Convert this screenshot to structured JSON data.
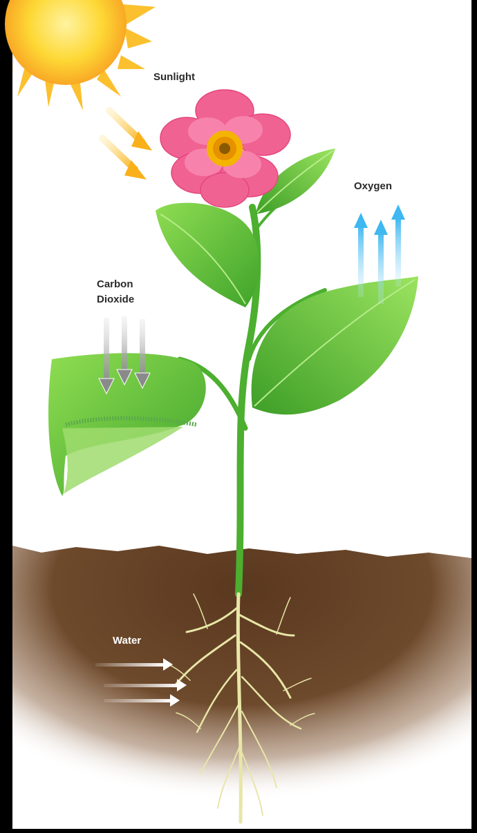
{
  "diagram": {
    "labels": {
      "sunlight": "Sunlight",
      "oxygen": "Oxygen",
      "carbon_dioxide_line1": "Carbon",
      "carbon_dioxide_line2": "Dioxide",
      "water": "Water"
    },
    "icons": [
      "sun-icon",
      "flower-icon",
      "leaf-icon",
      "root-icon",
      "arrow-icon"
    ],
    "colors": {
      "background": "#ffffff",
      "frame": "#000000",
      "sun": "#fbc02d",
      "sunlight_arrow": "#f9b51c",
      "oxygen_arrow": "#4fc3f7",
      "co2_arrow": "#9e9e9e",
      "water_arrow": "#ffffff",
      "leaf": "#6ccf3c",
      "stem": "#4caf2f",
      "flower_petal": "#f06292",
      "flower_center": "#f4b400",
      "soil": "#5b3a22",
      "roots": "#e8e6a8"
    }
  }
}
